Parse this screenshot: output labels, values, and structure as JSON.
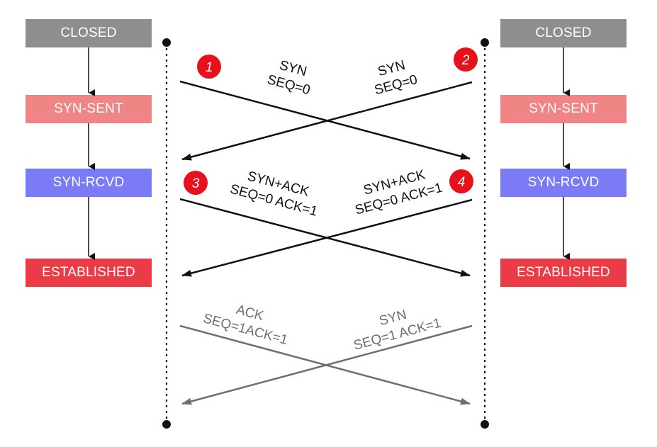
{
  "client_states": {
    "closed": "CLOSED",
    "syn_sent": "SYN-SENT",
    "syn_rcvd": "SYN-RCVD",
    "established": "ESTABLISHED"
  },
  "server_states": {
    "closed": "CLOSED",
    "syn_sent": "SYN-SENT",
    "syn_rcvd": "SYN-RCVD",
    "established": "ESTABLISHED"
  },
  "badges": [
    "1",
    "2",
    "3",
    "4"
  ],
  "messages": {
    "m1": {
      "line1": "SYN",
      "line2": "SEQ=0"
    },
    "m2": {
      "line1": "SYN",
      "line2": "SEQ=0"
    },
    "m3": {
      "line1": "SYN+ACK",
      "line2": "SEQ=0 ACK=1"
    },
    "m4": {
      "line1": "SYN+ACK",
      "line2": "SEQ=0 ACK=1"
    },
    "m5": {
      "line1": "ACK",
      "line2": "SEQ=1ACK=1"
    },
    "m6": {
      "line1": "SYN",
      "line2": "SEQ=1 ACK=1"
    }
  },
  "colors": {
    "closed": "#8e8e8e",
    "syn_sent": "#f08585",
    "syn_rcvd": "#7b7bf5",
    "established": "#ea3b46",
    "badge": "#e8101a",
    "arrow": "#111111",
    "arrow_final": "#6e6e6e"
  }
}
